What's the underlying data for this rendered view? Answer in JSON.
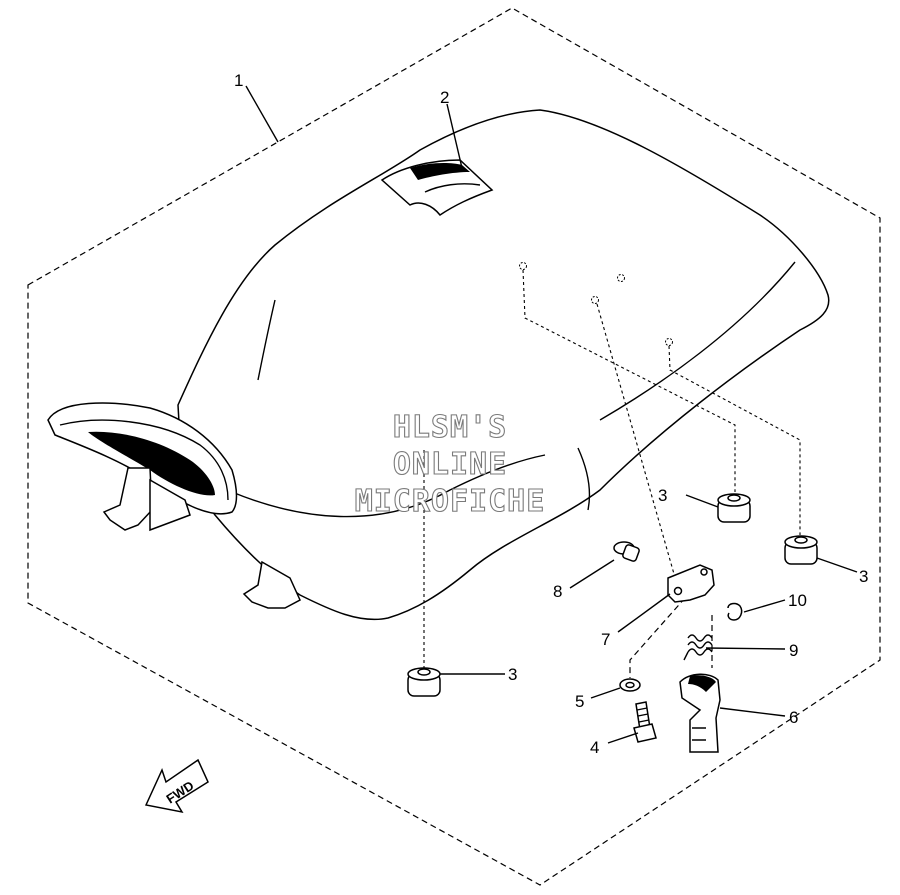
{
  "callouts": {
    "c1": "1",
    "c2": "2",
    "c3a": "3",
    "c3b": "3",
    "c3c": "3",
    "c4": "4",
    "c5": "5",
    "c6": "6",
    "c7": "7",
    "c8": "8",
    "c9": "9",
    "c10": "10"
  },
  "watermark": {
    "line1": "HLSM'S",
    "line2": "ONLINE",
    "line3": "MICROFICHE"
  },
  "fwd_label": "FWD"
}
